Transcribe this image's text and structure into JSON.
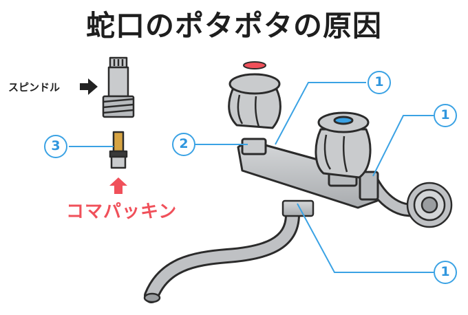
{
  "title": "蛇口のポタポタの原因",
  "labels": {
    "spindle": "スピンドル",
    "washer": "コマパッキン"
  },
  "callouts": {
    "handle_left": "1",
    "handle_right": "1",
    "spout_base": "1",
    "handle_top": "2",
    "washer": "3"
  },
  "colors": {
    "callout_blue": "#3aa2e4",
    "accent_red": "#f0505a",
    "metal_gray": "#c4c6c8",
    "outline": "#2b2b2b"
  }
}
